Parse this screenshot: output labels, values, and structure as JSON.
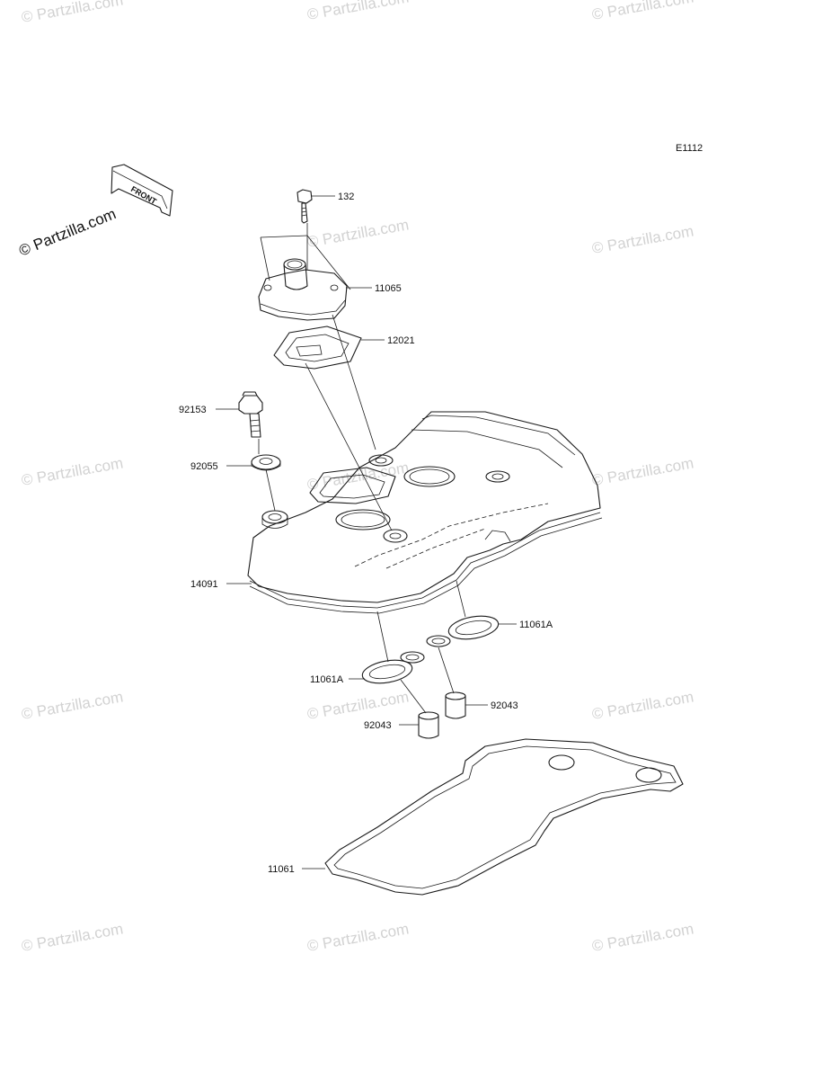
{
  "diagram_code": "E1112",
  "watermark_text": "© Partzilla.com",
  "logo_text": "© Partzilla.com",
  "front_marker": "FRONT",
  "parts": [
    {
      "label": "132"
    },
    {
      "label": "11065"
    },
    {
      "label": "12021"
    },
    {
      "label": "92153"
    },
    {
      "label": "92055"
    },
    {
      "label": "14091"
    },
    {
      "label": "11061A"
    },
    {
      "label": "11061A"
    },
    {
      "label": "92043"
    },
    {
      "label": "92043"
    },
    {
      "label": "11061"
    }
  ]
}
